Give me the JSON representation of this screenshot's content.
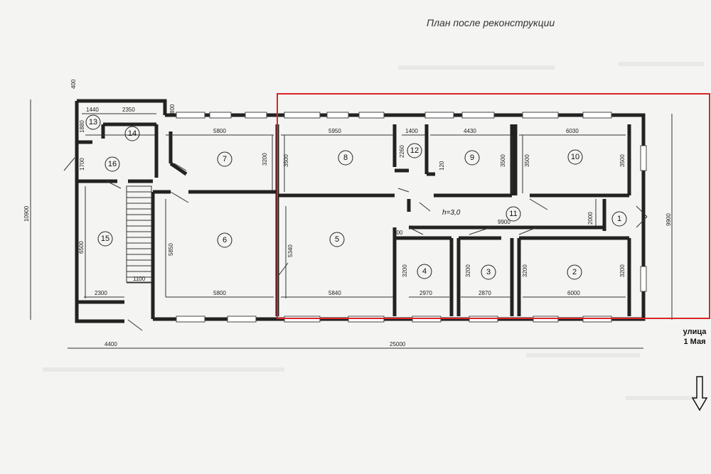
{
  "title": "План после реконструкции",
  "street": {
    "line1": "улица",
    "line2": "1 Мая"
  },
  "height_note": "h=3,0",
  "rooms": [
    "1",
    "2",
    "3",
    "4",
    "5",
    "6",
    "7",
    "8",
    "9",
    "10",
    "11",
    "12",
    "13",
    "14",
    "15",
    "16"
  ],
  "dims_h": [
    "1440",
    "2350",
    "5800",
    "5950",
    "1400",
    "4430",
    "6030",
    "9900",
    "700",
    "2300",
    "1100",
    "5800",
    "5840",
    "2970",
    "2870",
    "6000",
    "4400",
    "25000"
  ],
  "dims_v": [
    "400",
    "800",
    "1880",
    "1700",
    "3200",
    "3500",
    "2260",
    "120",
    "3500",
    "3500",
    "3500",
    "6500",
    "5850",
    "5340",
    "2000",
    "3200",
    "3200",
    "3200",
    "3200",
    "10900",
    "9900"
  ],
  "colors": {
    "highlight": "#d9232a",
    "wall": "#222222",
    "paper": "#f4f4f2"
  }
}
